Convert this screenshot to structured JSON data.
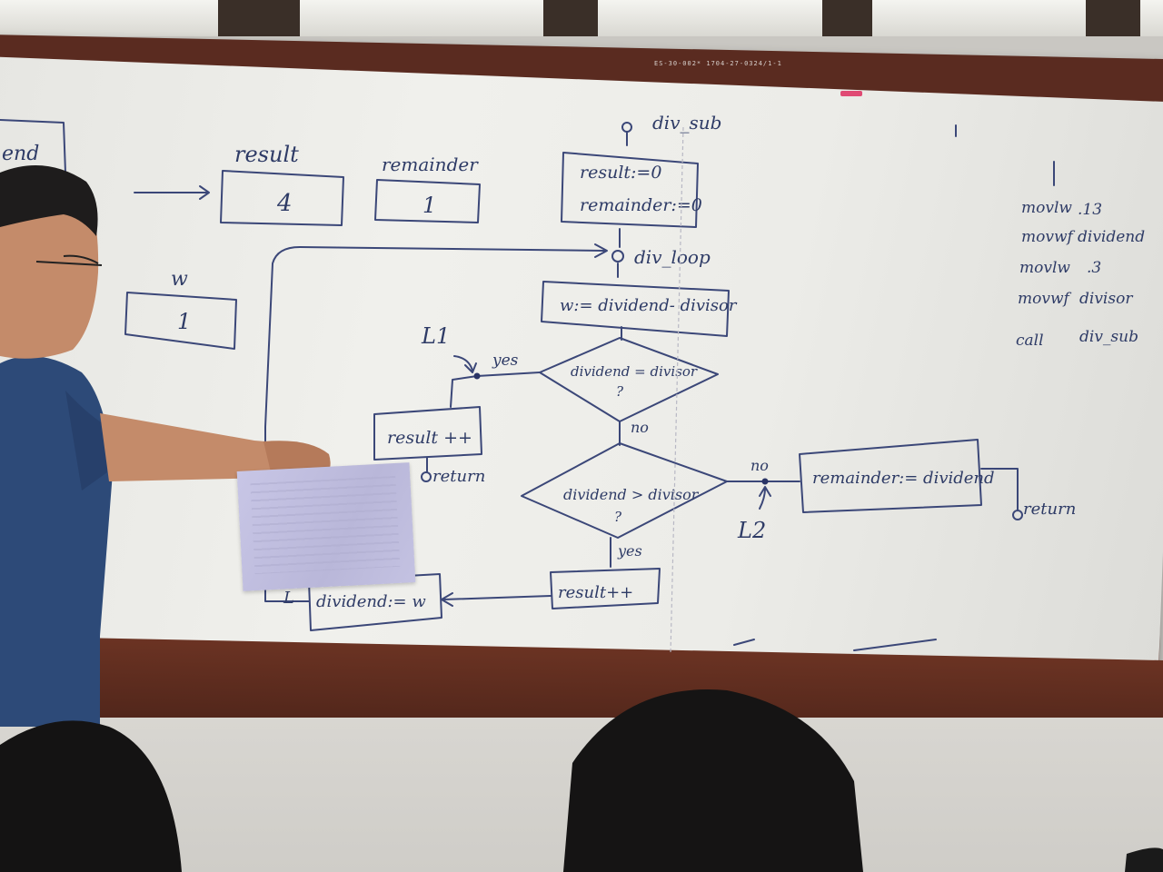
{
  "board": {
    "sticker_text": "ES-30-002* 1704-27-0324/1-1",
    "left_edge_label": "end",
    "result": {
      "label": "result",
      "value": "4"
    },
    "remainder": {
      "label": "remainder",
      "value": "1"
    },
    "w": {
      "label": "w",
      "value": "1"
    },
    "flowchart": {
      "entry_label": "div_sub",
      "init_lines": [
        "result:=0",
        "remainder:=0"
      ],
      "loop_label": "div_loop",
      "assign_w": "w:= dividend- divisor",
      "decision1": "dividend = divisor",
      "decision1_q": "?",
      "decision2": "dividend > divisor",
      "decision2_q": "?",
      "yes1": "yes",
      "no1": "no",
      "no2": "no",
      "yes2": "yes",
      "label_l1": "L1",
      "label_l2": "L2",
      "box_result_inc_left": "result ++",
      "return_left": "return",
      "box_remainder": "remainder:= dividend",
      "return_right": "return",
      "box_result_inc_bottom": "result++",
      "box_dividend": "dividend:= w",
      "small_mark": "L"
    },
    "code_lines": [
      {
        "op": "movlw",
        "arg": ".13"
      },
      {
        "op": "movwf",
        "arg": "dividend"
      },
      {
        "op": "movlw",
        "arg": ".3"
      },
      {
        "op": "movwf",
        "arg": "divisor"
      },
      {
        "op": "call",
        "arg": "div_sub"
      }
    ]
  },
  "colors": {
    "ink": "#2e3b66",
    "board": "#ecece8",
    "frame": "#5a2b20",
    "shirt": "#2d4a78",
    "skin": "#c48b6a",
    "hair": "#1e1c1c"
  }
}
